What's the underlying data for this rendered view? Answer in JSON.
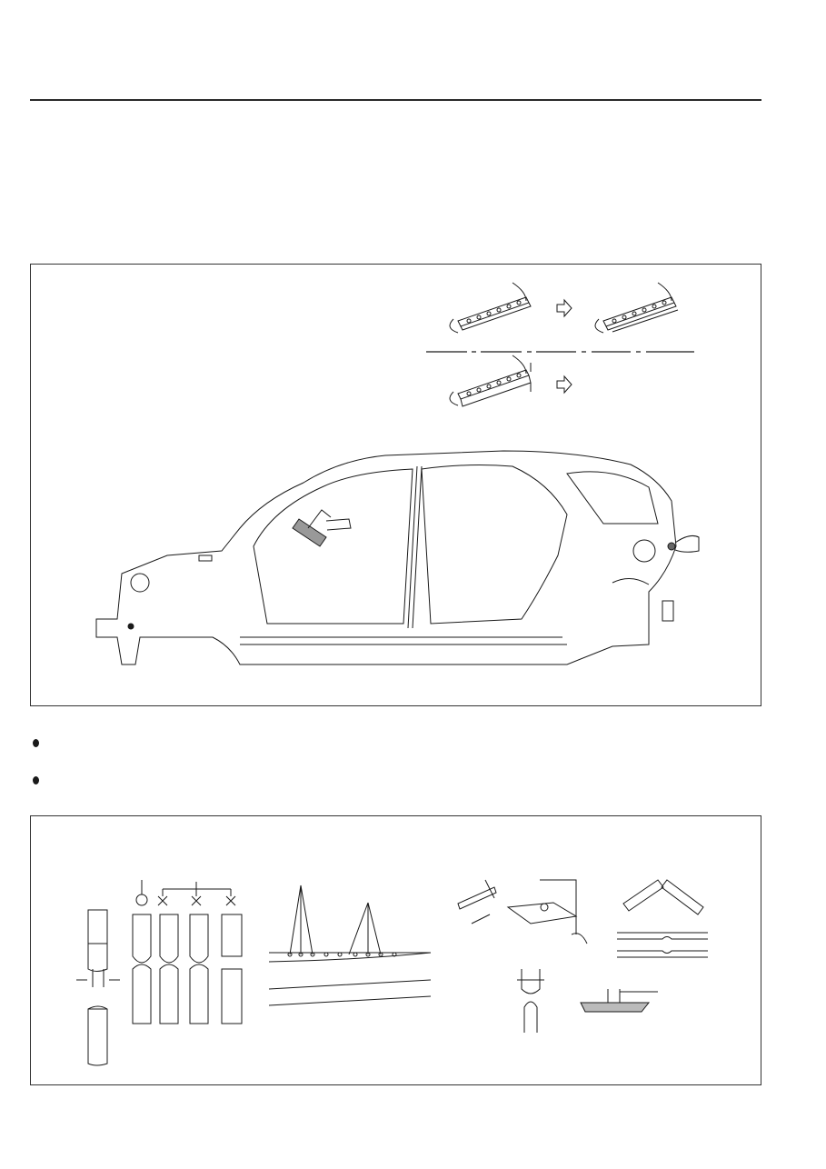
{
  "page": {
    "colors": {
      "ink": "#1a1a1a",
      "frame": "#333333",
      "background": "#ffffff"
    }
  },
  "figure_top": {
    "icons": [
      "spot-weld-flange-icon",
      "arrow-right-icon",
      "divider-dash-dot",
      "body-side-outer-panel",
      "spot-weld-gun-icon",
      "hand-tool-icon"
    ]
  },
  "bullets": [
    {
      "icon": "bullet-icon"
    },
    {
      "icon": "bullet-icon"
    }
  ],
  "figure_bottom": {
    "icons": [
      "weld-nugget-ok-icon",
      "weld-nugget-ng-icon",
      "rocker-panel-weld-spots",
      "hammer-chisel-icon",
      "spot-weld-peel-icon",
      "electrode-tip-icon",
      "weld-section-icon"
    ]
  }
}
